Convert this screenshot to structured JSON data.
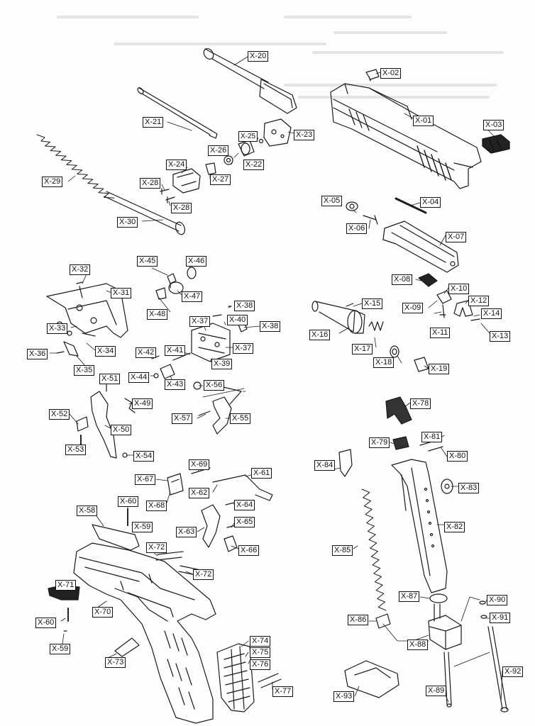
{
  "parts": {
    "x01": "X-01",
    "x02": "X-02",
    "x03": "X-03",
    "x04": "X-04",
    "x05": "X-05",
    "x06": "X-06",
    "x07": "X-07",
    "x08": "X-08",
    "x09": "X-09",
    "x10": "X-10",
    "x11": "X-11",
    "x12": "X-12",
    "x13": "X-13",
    "x14": "X-14",
    "x15": "X-15",
    "x16": "X-16",
    "x17": "X-17",
    "x18": "X-18",
    "x19": "X-19",
    "x20": "X-20",
    "x21": "X-21",
    "x22": "X-22",
    "x23": "X-23",
    "x24": "X-24",
    "x25": "X-25",
    "x26": "X-26",
    "x27": "X-27",
    "x28": "X-28",
    "x29": "X-29",
    "x30": "X-30",
    "x31": "X-31",
    "x32": "X-32",
    "x33": "X-33",
    "x34": "X-34",
    "x35": "X-35",
    "x36": "X-36",
    "x37": "X-37",
    "x38": "X-38",
    "x39": "X-39",
    "x40": "X-40",
    "x41": "X-41",
    "x42": "X-42",
    "x43": "X-43",
    "x44": "X-44",
    "x45": "X-45",
    "x46": "X-46",
    "x47": "X-47",
    "x48": "X-48",
    "x49": "X-49",
    "x50": "X-50",
    "x51": "X-51",
    "x52": "X-52",
    "x53": "X-53",
    "x54": "X-54",
    "x55": "X-55",
    "x56": "X-56",
    "x57": "X-57",
    "x58": "X-58",
    "x59": "X-59",
    "x60": "X-60",
    "x61": "X-61",
    "x62": "X-62",
    "x63": "X-63",
    "x64": "X-64",
    "x65": "X-65",
    "x66": "X-66",
    "x67": "X-67",
    "x68": "X-68",
    "x69": "X-69",
    "x70": "X-70",
    "x71": "X-71",
    "x72": "X-72",
    "x73": "X-73",
    "x74": "X-74",
    "x75": "X-75",
    "x76": "X-76",
    "x77": "X-77",
    "x78": "X-78",
    "x79": "X-79",
    "x80": "X-80",
    "x81": "X-81",
    "x82": "X-82",
    "x83": "X-83",
    "x84": "X-84",
    "x85": "X-85",
    "x86": "X-86",
    "x87": "X-87",
    "x88": "X-88",
    "x89": "X-89",
    "x90": "X-90",
    "x91": "X-91",
    "x92": "X-92",
    "x93": "X-93"
  }
}
